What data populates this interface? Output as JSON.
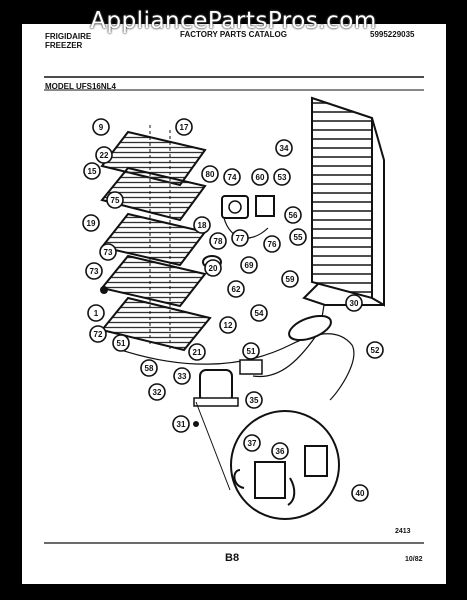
{
  "watermark": "AppliancePartsPros.com",
  "header": {
    "brand_line1": "FRIGIDAIRE",
    "brand_line2": "FREEZER",
    "catalog_title": "FACTORY PARTS CATALOG",
    "catalog_number": "5995229035",
    "model_line": "MODEL UFS16NL4"
  },
  "callouts": [
    {
      "id": "c9",
      "label": "9"
    },
    {
      "id": "c17",
      "label": "17"
    },
    {
      "id": "c22",
      "label": "22"
    },
    {
      "id": "c15",
      "label": "15"
    },
    {
      "id": "c75a",
      "label": "75"
    },
    {
      "id": "c19",
      "label": "19"
    },
    {
      "id": "c73a",
      "label": "73"
    },
    {
      "id": "c73b",
      "label": "73"
    },
    {
      "id": "c1",
      "label": "1"
    },
    {
      "id": "c72",
      "label": "72"
    },
    {
      "id": "c18",
      "label": "18"
    },
    {
      "id": "c80",
      "label": "80"
    },
    {
      "id": "c74",
      "label": "74"
    },
    {
      "id": "c60",
      "label": "60"
    },
    {
      "id": "c53",
      "label": "53"
    },
    {
      "id": "c56",
      "label": "56"
    },
    {
      "id": "c78",
      "label": "78"
    },
    {
      "id": "c77",
      "label": "77"
    },
    {
      "id": "c76",
      "label": "76"
    },
    {
      "id": "c55",
      "label": "55"
    },
    {
      "id": "c69",
      "label": "69"
    },
    {
      "id": "c20",
      "label": "20"
    },
    {
      "id": "c62",
      "label": "62"
    },
    {
      "id": "c59",
      "label": "59"
    },
    {
      "id": "c34",
      "label": "34"
    },
    {
      "id": "c30",
      "label": "30"
    },
    {
      "id": "c54",
      "label": "54"
    },
    {
      "id": "c12",
      "label": "12"
    },
    {
      "id": "c21",
      "label": "21"
    },
    {
      "id": "c51a",
      "label": "51"
    },
    {
      "id": "c51b",
      "label": "51"
    },
    {
      "id": "c58",
      "label": "58"
    },
    {
      "id": "c52",
      "label": "52"
    },
    {
      "id": "c33",
      "label": "33"
    },
    {
      "id": "c32",
      "label": "32"
    },
    {
      "id": "c35",
      "label": "35"
    },
    {
      "id": "c31",
      "label": "31"
    },
    {
      "id": "c37",
      "label": "37"
    },
    {
      "id": "c36",
      "label": "36"
    },
    {
      "id": "c40",
      "label": "40"
    }
  ],
  "footer": {
    "drawing_code": "2413",
    "page_code": "B8",
    "date_code": "10/82"
  }
}
